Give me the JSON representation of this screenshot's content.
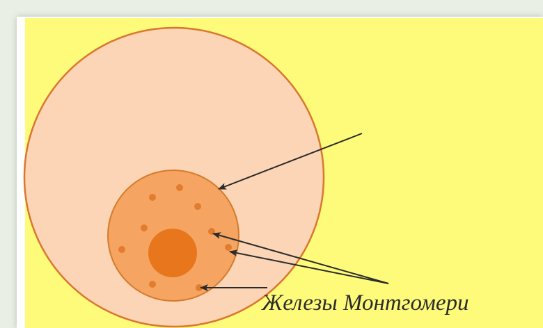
{
  "diagram": {
    "label": "Железы Монтгомери",
    "colors": {
      "background": "#fffb7a",
      "breast_fill": "#fbd5b6",
      "breast_stroke": "#d9772e",
      "areola_fill": "#f5a561",
      "areola_stroke": "#d67a2a",
      "nipple_fill": "#e8761c",
      "gland_dot": "#e27c2e",
      "arrow": "#2a2a2a"
    },
    "parts": [
      "breast-circle",
      "areola",
      "nipple",
      "montgomery-glands"
    ]
  }
}
